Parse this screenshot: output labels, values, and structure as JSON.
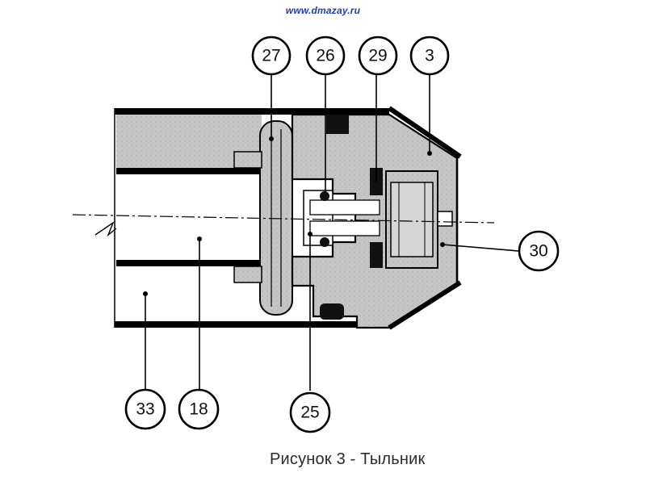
{
  "header": {
    "site_url": "www.dmazay.ru"
  },
  "caption": "Рисунок 3 - Тыльник",
  "colors": {
    "metal_fill": "#c4c4c4",
    "outline": "#000000",
    "url_blue": "#1f3fb0"
  },
  "callouts": {
    "c27": "27",
    "c26": "26",
    "c29": "29",
    "c3": "3",
    "c30": "30",
    "c33": "33",
    "c18": "18",
    "c25": "25"
  }
}
